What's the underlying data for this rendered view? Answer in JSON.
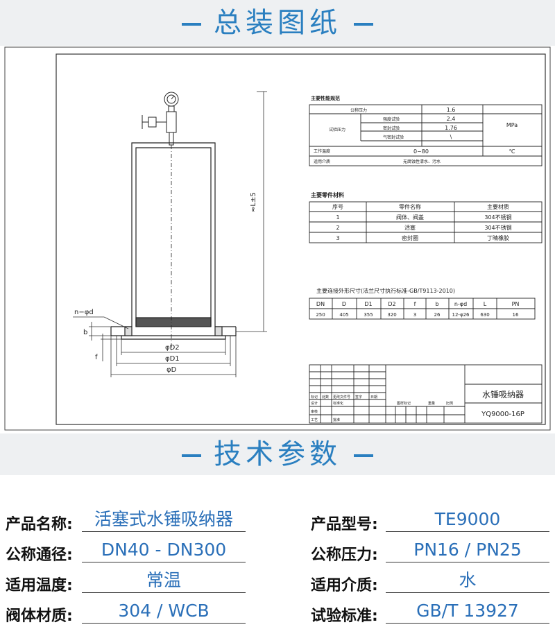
{
  "sections": {
    "drawing_title": "总装图纸",
    "params_title": "技术参数"
  },
  "drawing": {
    "dims": {
      "n_d": "n−φd",
      "b": "b",
      "f": "f",
      "d2": "φD2",
      "d1": "φD1",
      "d": "φD",
      "l": "≈L±5"
    },
    "spec_table": {
      "title": "主要性能规范",
      "rows": [
        {
          "label": "公称压力",
          "value": "1.6"
        },
        {
          "label": "强度试验",
          "value": "2.4"
        },
        {
          "label": "密封试验",
          "value": "1.76"
        },
        {
          "label": "气密封试验",
          "value": "\\"
        }
      ],
      "side_label": "试验压力",
      "unit": "MPa",
      "temp_label": "工作温度",
      "temp_value": "0~80",
      "temp_unit": "℃",
      "medium_label": "适用介质",
      "medium_value": "无腐蚀性清水、污水"
    },
    "parts_table": {
      "title": "主要零件材料",
      "headers": [
        "序号",
        "零件名称",
        "主要材质"
      ],
      "rows": [
        [
          "1",
          "阀体、阀盖",
          "304不锈钢"
        ],
        [
          "2",
          "活塞",
          "304不锈钢"
        ],
        [
          "3",
          "密封圈",
          "丁晴橡胶"
        ]
      ]
    },
    "dim_table": {
      "title": "主要连接外形尺寸(法兰尺寸执行标准-GB/T9113-2010)",
      "headers": [
        "DN",
        "D",
        "D1",
        "D2",
        "f",
        "b",
        "n-φd",
        "L",
        "PN"
      ],
      "values": [
        "250",
        "405",
        "355",
        "320",
        "3",
        "26",
        "12-φ26",
        "630",
        "16"
      ]
    },
    "title_block": {
      "name": "水锤吸纳器",
      "code": "YQ9000-16P",
      "cells": [
        "标记",
        "处数",
        "更改文件号",
        "签字",
        "日期",
        "设计",
        "标准化",
        "审核",
        "工艺",
        "批准",
        "图样标记",
        "重量",
        "比例"
      ]
    }
  },
  "params": [
    {
      "label": "产品名称:",
      "value": "活塞式水锤吸纳器"
    },
    {
      "label": "产品型号:",
      "value": "TE9000"
    },
    {
      "label": "公称通径:",
      "value": "DN40 - DN300"
    },
    {
      "label": "公称压力:",
      "value": "PN16 / PN25"
    },
    {
      "label": "适用温度:",
      "value": "常温"
    },
    {
      "label": "适用介质:",
      "value": "水"
    },
    {
      "label": "阀体材质:",
      "value": "304 / WCB"
    },
    {
      "label": "试验标准:",
      "value": "GB/T 13927"
    }
  ],
  "colors": {
    "accent": "#2a7fc0",
    "value_text": "#2a6fb8",
    "banner_bg": "#eef0f2"
  }
}
